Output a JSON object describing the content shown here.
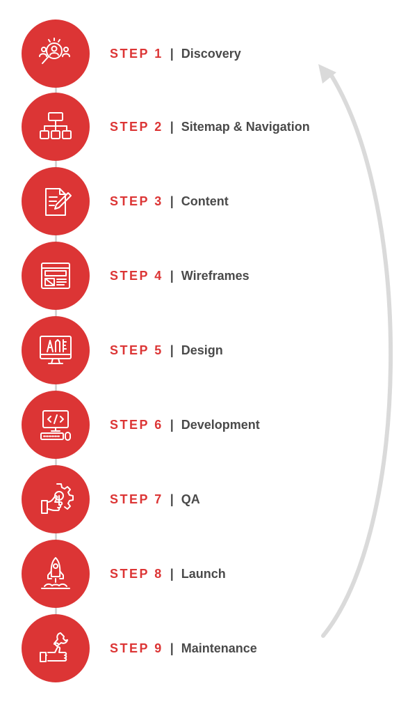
{
  "accent_color": "#dc3535",
  "text_color": "#4a4a4a",
  "separator": "|",
  "steps": [
    {
      "step": "STEP 1",
      "title": "Discovery",
      "icon": "discovery-search-people-icon"
    },
    {
      "step": "STEP 2",
      "title": "Sitemap & Navigation",
      "icon": "sitemap-hierarchy-icon"
    },
    {
      "step": "STEP 3",
      "title": "Content",
      "icon": "document-pen-icon"
    },
    {
      "step": "STEP 4",
      "title": "Wireframes",
      "icon": "wireframe-layout-icon"
    },
    {
      "step": "STEP 5",
      "title": "Design",
      "icon": "design-monitor-tools-icon"
    },
    {
      "step": "STEP 6",
      "title": "Development",
      "icon": "code-computer-icon"
    },
    {
      "step": "STEP 7",
      "title": "QA",
      "icon": "gear-hand-icon"
    },
    {
      "step": "STEP 8",
      "title": "Launch",
      "icon": "rocket-launch-icon"
    },
    {
      "step": "STEP 9",
      "title": "Maintenance",
      "icon": "wrench-thumbs-up-icon"
    }
  ]
}
